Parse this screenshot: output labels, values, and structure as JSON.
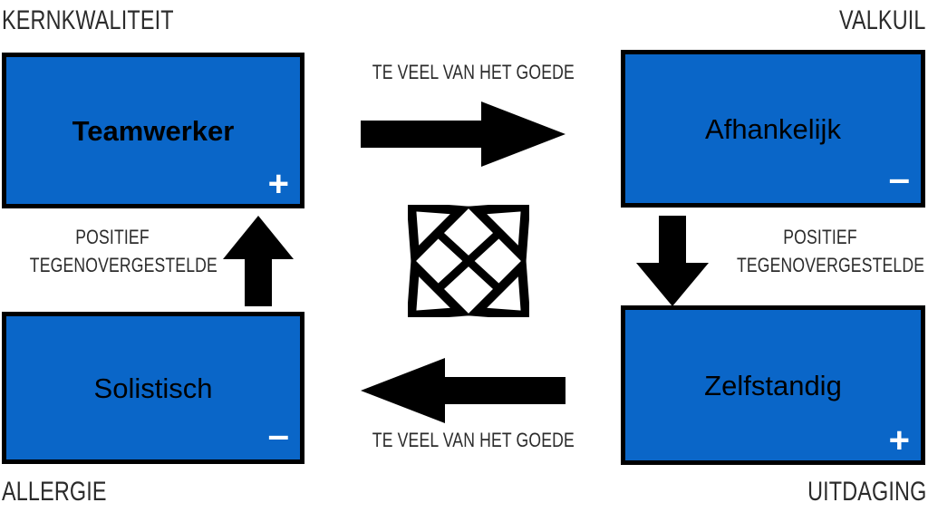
{
  "diagram": {
    "title_text_color": "#2b2b2b",
    "box_fill_color": "#0a66c8",
    "box_border_color": "#000000",
    "corner_labels": {
      "top_left": "KERNKWALITEIT",
      "top_right": "VALKUIL",
      "bottom_left": "ALLERGIE",
      "bottom_right": "UITDAGING"
    },
    "boxes": {
      "top_left": {
        "label": "Teamwerker",
        "sign": "+"
      },
      "top_right": {
        "label": "Afhankelijk",
        "sign": "–"
      },
      "bottom_left": {
        "label": "Solistisch",
        "sign": "–"
      },
      "bottom_right": {
        "label": "Zelfstandig",
        "sign": "+"
      }
    },
    "connectors": {
      "top": {
        "line1": "TE VEEL VAN HET GOEDE"
      },
      "bottom": {
        "line1": "TE VEEL VAN HET GOEDE"
      },
      "left": {
        "line1": "POSITIEF",
        "line2": "TEGENOVERGESTELDE"
      },
      "right": {
        "line1": "POSITIEF",
        "line2": "TEGENOVERGESTELDE"
      }
    }
  }
}
